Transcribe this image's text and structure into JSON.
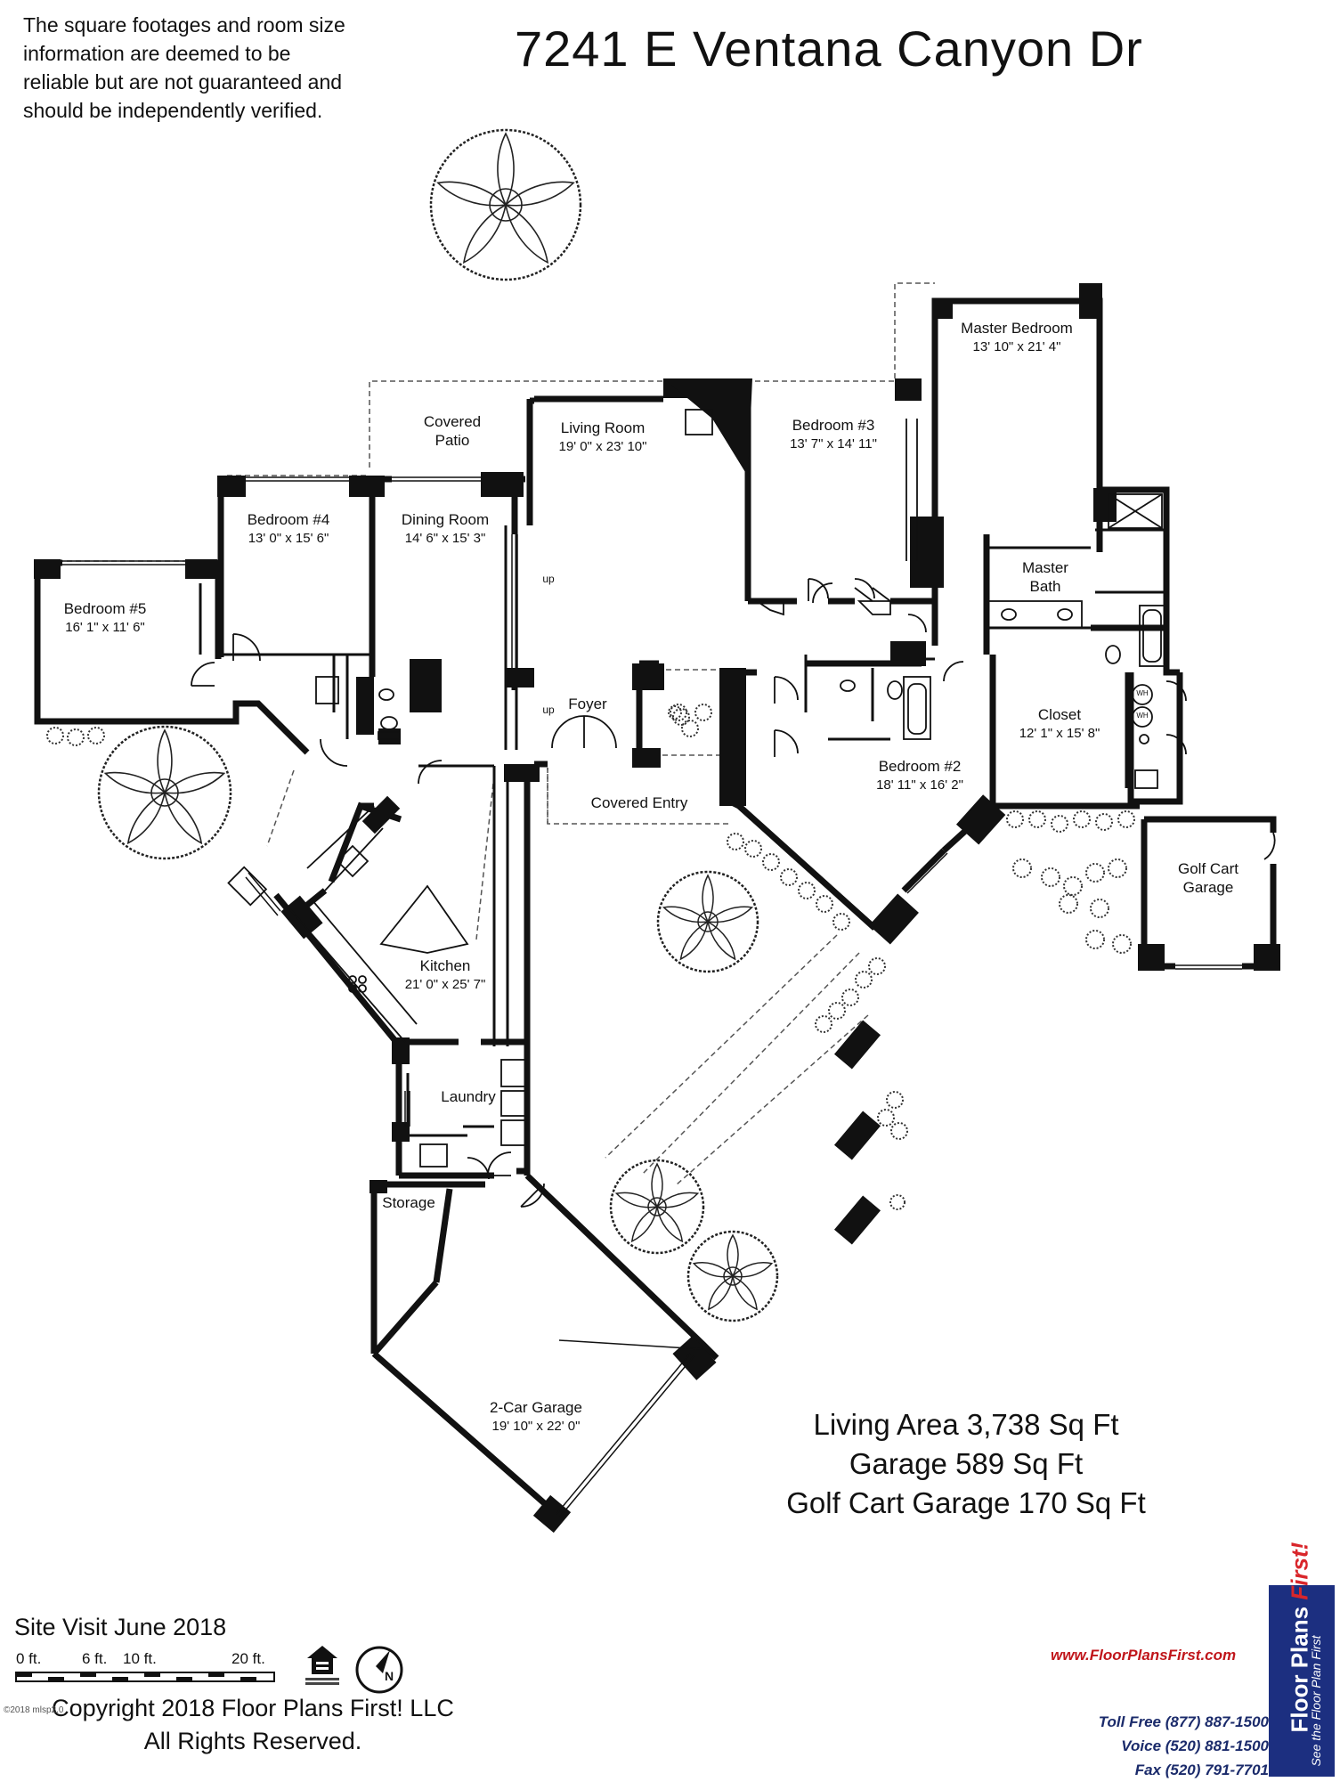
{
  "disclaimer": {
    "line1": "The square footages and room size",
    "line2": "information are deemed to be",
    "line3": "reliable but are not guaranteed and",
    "line4": "should be independently verified."
  },
  "address": "7241 E Ventana Canyon Dr",
  "rooms": {
    "master_bedroom": {
      "name": "Master Bedroom",
      "dim": "13' 10\" x 21' 4\""
    },
    "covered_patio": {
      "name1": "Covered",
      "name2": "Patio"
    },
    "living_room": {
      "name": "Living Room",
      "dim": "19' 0\" x 23' 10\""
    },
    "bedroom3": {
      "name": "Bedroom #3",
      "dim": "13' 7\" x 14' 11\""
    },
    "bedroom4": {
      "name": "Bedroom #4",
      "dim": "13' 0\" x 15' 6\""
    },
    "dining_room": {
      "name": "Dining Room",
      "dim": "14' 6\" x 15' 3\""
    },
    "bedroom5": {
      "name": "Bedroom #5",
      "dim": "16' 1\" x 11' 6\""
    },
    "master_bath": {
      "name1": "Master",
      "name2": "Bath"
    },
    "foyer": {
      "name": "Foyer"
    },
    "closet": {
      "name": "Closet",
      "dim": "12' 1\" x 15' 8\""
    },
    "bedroom2": {
      "name": "Bedroom #2",
      "dim": "18' 11\" x 16' 2\""
    },
    "covered_entry": {
      "name": "Covered Entry"
    },
    "golf_cart_garage": {
      "name1": "Golf Cart",
      "name2": "Garage"
    },
    "kitchen": {
      "name": "Kitchen",
      "dim": "21' 0\" x 25' 7\""
    },
    "laundry": {
      "name": "Laundry"
    },
    "storage": {
      "name": "Storage"
    },
    "garage": {
      "name": "2-Car Garage",
      "dim": "19' 10\" x 22' 0\""
    }
  },
  "markers": {
    "up": "up",
    "wh": "WH"
  },
  "areas": {
    "living": "Living Area 3,738 Sq Ft",
    "garage": "Garage 589 Sq Ft",
    "golf": "Golf Cart Garage 170 Sq Ft"
  },
  "site_visit": "Site Visit June 2018",
  "scale": {
    "l0": "0 ft.",
    "l6": "6 ft.",
    "l10": "10 ft.",
    "l20": "20 ft."
  },
  "copyright": {
    "line1": "Copyright 2018 Floor Plans First! LLC",
    "line2": "All Rights Reserved."
  },
  "watermark": "©2018 mlsp2.0",
  "website": "www.FloorPlansFirst.com",
  "contact": {
    "toll": "Toll Free (877) 887-1500",
    "voice": "Voice (520) 881-1500",
    "fax": "Fax (520) 791-7701"
  },
  "brand": {
    "name": "Floor Plans",
    "first": "First!",
    "tagline": "See the Floor Plan First"
  },
  "colors": {
    "wall": "#111111",
    "brand_blue": "#1c2f80",
    "brand_red": "#d9262b"
  }
}
